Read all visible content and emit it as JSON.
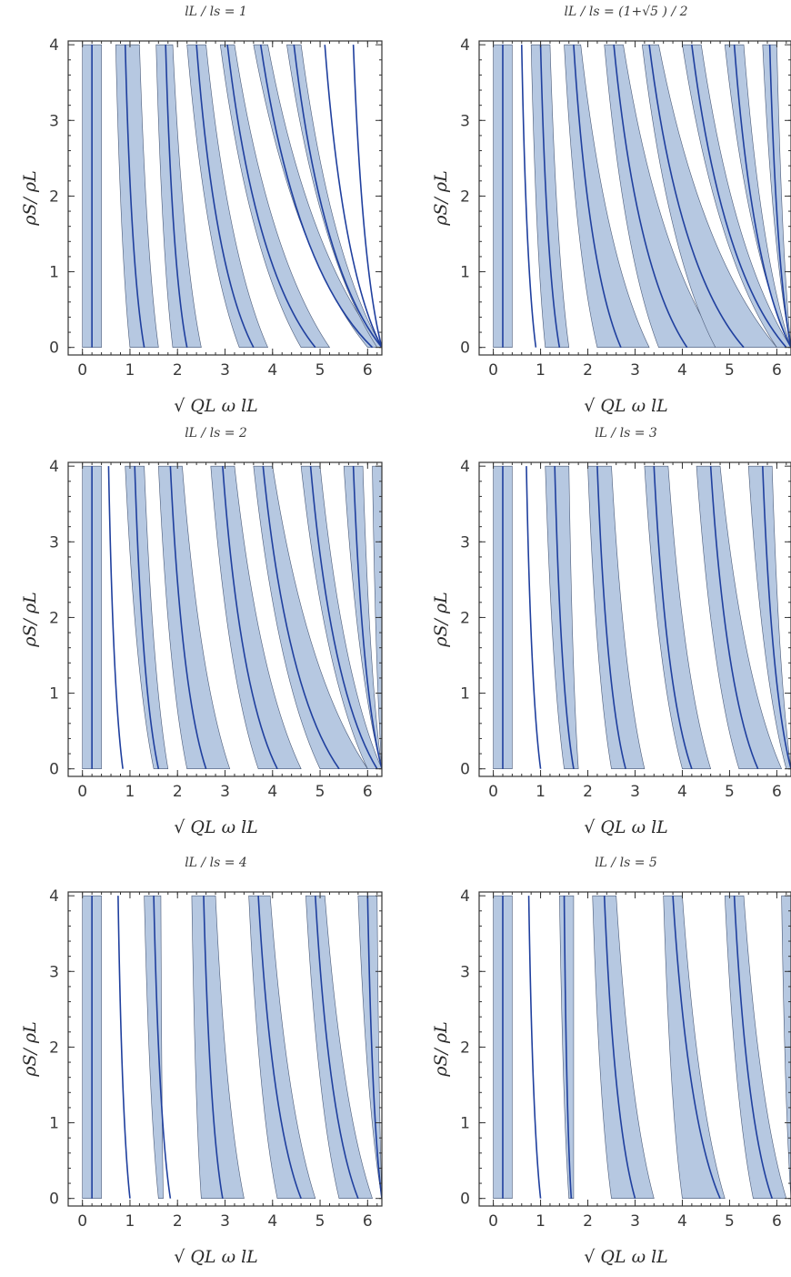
{
  "figure": {
    "shared_xlabel": "√ Q_L  ω l_L",
    "shared_ylabel": "ρs/ ρL",
    "colors": {
      "band": "#b6c8e1",
      "curve": "#1f3f9e",
      "frame": "#333333"
    }
  },
  "chart_data": [
    {
      "type": "area",
      "title": "lL / ls = 1",
      "xlabel": "√ QL  ω lL",
      "ylabel": "ρS/ ρL",
      "xlim": [
        -0.3,
        6.3
      ],
      "ylim": [
        -0.1,
        4.05
      ],
      "xticks": [
        "0",
        "1",
        "2",
        "3",
        "4",
        "5",
        "6"
      ],
      "yticks": [
        "0",
        "1",
        "2",
        "3",
        "4"
      ],
      "grid": false,
      "series": [
        {
          "bands": [
            [
              0,
              0.4,
              0,
              0.4
            ],
            [
              0.7,
              1.2,
              1.0,
              1.6
            ],
            [
              1.55,
              1.9,
              1.9,
              2.5
            ],
            [
              2.2,
              2.6,
              3.3,
              3.9
            ],
            [
              2.9,
              3.2,
              4.6,
              5.2
            ],
            [
              3.6,
              3.9,
              6.0,
              6.3
            ],
            [
              4.3,
              4.6,
              6.2,
              6.3
            ]
          ]
        },
        {
          "curves": [
            [
              0.2,
              0.2
            ],
            [
              0.9,
              1.3
            ],
            [
              1.75,
              2.2
            ],
            [
              2.4,
              3.6
            ],
            [
              3.05,
              4.9
            ],
            [
              3.75,
              6.1
            ],
            [
              4.45,
              6.3
            ],
            [
              5.1,
              6.3
            ],
            [
              5.7,
              6.3
            ]
          ]
        }
      ]
    },
    {
      "type": "area",
      "title": "lL / ls = (1+√5 ) / 2",
      "xlabel": "√ QL  ω lL",
      "ylabel": "ρS/ ρL",
      "xlim": [
        -0.3,
        6.3
      ],
      "ylim": [
        -0.1,
        4.05
      ],
      "xticks": [
        "0",
        "1",
        "2",
        "3",
        "4",
        "5",
        "6"
      ],
      "yticks": [
        "0",
        "1",
        "2",
        "3",
        "4"
      ],
      "grid": false,
      "series": [
        {
          "bands": [
            [
              0,
              0.4,
              0,
              0.4
            ],
            [
              0.8,
              1.2,
              1.1,
              1.6
            ],
            [
              1.5,
              1.85,
              2.2,
              3.3
            ],
            [
              2.35,
              2.75,
              3.5,
              4.8
            ],
            [
              3.15,
              3.5,
              4.7,
              6.0
            ],
            [
              4.0,
              4.4,
              6.0,
              6.3
            ],
            [
              4.9,
              5.3,
              6.3,
              6.3
            ],
            [
              5.7,
              6.0,
              6.3,
              6.3
            ]
          ]
        },
        {
          "curves": [
            [
              0.2,
              0.2
            ],
            [
              0.6,
              0.9
            ],
            [
              1.0,
              1.4
            ],
            [
              1.7,
              2.7
            ],
            [
              2.55,
              4.1
            ],
            [
              3.3,
              5.3
            ],
            [
              4.2,
              6.2
            ],
            [
              5.1,
              6.3
            ],
            [
              5.85,
              6.3
            ]
          ]
        }
      ]
    },
    {
      "type": "area",
      "title": "lL / ls = 2",
      "xlabel": "√ QL  ω lL",
      "ylabel": "ρS/ ρL",
      "xlim": [
        -0.3,
        6.3
      ],
      "ylim": [
        -0.1,
        4.05
      ],
      "xticks": [
        "0",
        "1",
        "2",
        "3",
        "4",
        "5",
        "6"
      ],
      "yticks": [
        "0",
        "1",
        "2",
        "3",
        "4"
      ],
      "grid": false,
      "series": [
        {
          "bands": [
            [
              0,
              0.4,
              0,
              0.4
            ],
            [
              0.9,
              1.3,
              1.5,
              1.8
            ],
            [
              1.6,
              2.1,
              2.2,
              3.1
            ],
            [
              2.7,
              3.2,
              3.7,
              4.6
            ],
            [
              3.6,
              4.0,
              5.0,
              6.0
            ],
            [
              4.6,
              5.0,
              6.0,
              6.3
            ],
            [
              5.5,
              5.9,
              6.3,
              6.3
            ],
            [
              6.1,
              6.3,
              6.3,
              6.3
            ]
          ]
        },
        {
          "curves": [
            [
              0.2,
              0.2
            ],
            [
              0.55,
              0.85
            ],
            [
              1.1,
              1.6
            ],
            [
              1.85,
              2.6
            ],
            [
              2.95,
              4.1
            ],
            [
              3.8,
              5.4
            ],
            [
              4.8,
              6.2
            ],
            [
              5.7,
              6.3
            ]
          ]
        }
      ]
    },
    {
      "type": "area",
      "title": "lL / ls = 3",
      "xlabel": "√ QL  ω lL",
      "ylabel": "ρS/ ρL",
      "xlim": [
        -0.3,
        6.3
      ],
      "ylim": [
        -0.1,
        4.05
      ],
      "xticks": [
        "0",
        "1",
        "2",
        "3",
        "4",
        "5",
        "6"
      ],
      "yticks": [
        "0",
        "1",
        "2",
        "3",
        "4"
      ],
      "grid": false,
      "series": [
        {
          "bands": [
            [
              0,
              0.4,
              0,
              0.4
            ],
            [
              1.1,
              1.6,
              1.5,
              1.8
            ],
            [
              2.0,
              2.5,
              2.5,
              3.2
            ],
            [
              3.2,
              3.7,
              4.0,
              4.6
            ],
            [
              4.3,
              4.8,
              5.2,
              6.1
            ],
            [
              5.4,
              5.9,
              6.2,
              6.3
            ]
          ]
        },
        {
          "curves": [
            [
              0.2,
              0.2
            ],
            [
              0.7,
              1.0
            ],
            [
              1.3,
              1.7
            ],
            [
              2.2,
              2.8
            ],
            [
              3.4,
              4.2
            ],
            [
              4.6,
              5.6
            ],
            [
              5.7,
              6.3
            ]
          ]
        }
      ]
    },
    {
      "type": "area",
      "title": "lL / ls = 4",
      "xlabel": "√ QL  ω lL",
      "ylabel": "ρS/ ρL",
      "xlim": [
        -0.3,
        6.3
      ],
      "ylim": [
        -0.1,
        4.05
      ],
      "xticks": [
        "0",
        "1",
        "2",
        "3",
        "4",
        "5",
        "6"
      ],
      "yticks": [
        "0",
        "1",
        "2",
        "3",
        "4"
      ],
      "grid": false,
      "series": [
        {
          "bands": [
            [
              0,
              0.4,
              0,
              0.4
            ],
            [
              1.3,
              1.65,
              1.6,
              1.7
            ],
            [
              2.3,
              2.8,
              2.5,
              3.4
            ],
            [
              3.5,
              3.95,
              4.1,
              4.9
            ],
            [
              4.7,
              5.1,
              5.4,
              6.1
            ],
            [
              5.8,
              6.2,
              6.3,
              6.3
            ]
          ]
        },
        {
          "curves": [
            [
              0.2,
              0.2
            ],
            [
              0.75,
              1.0
            ],
            [
              1.5,
              1.85
            ],
            [
              2.55,
              2.95
            ],
            [
              3.7,
              4.6
            ],
            [
              4.9,
              5.8
            ],
            [
              6.0,
              6.3
            ]
          ]
        }
      ]
    },
    {
      "type": "area",
      "title": "lL / ls = 5",
      "xlabel": "√ QL  ω lL",
      "ylabel": "ρS/ ρL",
      "xlim": [
        -0.3,
        6.3
      ],
      "ylim": [
        -0.1,
        4.05
      ],
      "xticks": [
        "0",
        "1",
        "2",
        "3",
        "4",
        "5",
        "6"
      ],
      "yticks": [
        "0",
        "1",
        "2",
        "3",
        "4"
      ],
      "grid": false,
      "series": [
        {
          "bands": [
            [
              0,
              0.4,
              0,
              0.4
            ],
            [
              1.4,
              1.7,
              1.6,
              1.7
            ],
            [
              2.1,
              2.6,
              2.5,
              3.4
            ],
            [
              3.6,
              4.0,
              4.0,
              4.9
            ],
            [
              4.9,
              5.3,
              5.5,
              6.2
            ],
            [
              6.1,
              6.3,
              6.3,
              6.3
            ]
          ]
        },
        {
          "curves": [
            [
              0.2,
              0.2
            ],
            [
              0.75,
              1.0
            ],
            [
              1.5,
              1.65
            ],
            [
              2.35,
              3.0
            ],
            [
              3.8,
              4.8
            ],
            [
              5.1,
              5.9
            ]
          ]
        }
      ]
    }
  ]
}
